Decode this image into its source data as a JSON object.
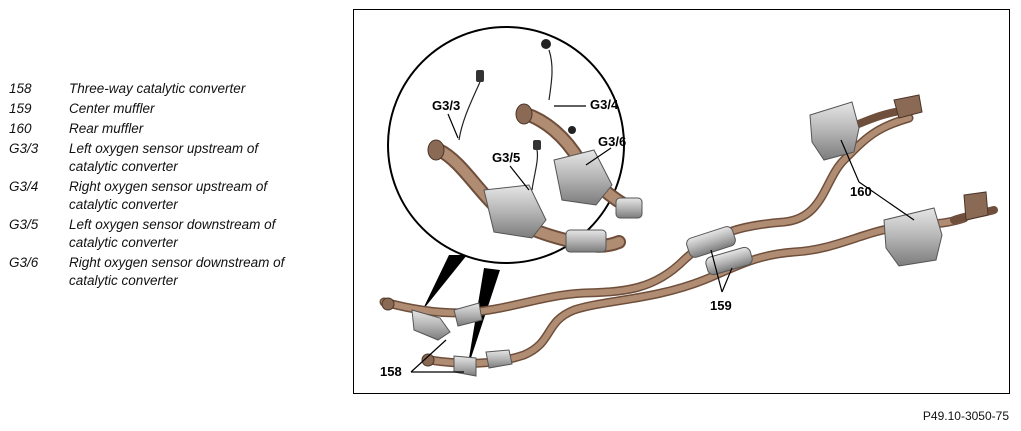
{
  "legend": [
    {
      "code": "158",
      "desc": [
        "Three-way catalytic converter"
      ]
    },
    {
      "code": "159",
      "desc": [
        "Center muffler"
      ]
    },
    {
      "code": "160",
      "desc": [
        "Rear muffler"
      ]
    },
    {
      "code": "G3/3",
      "desc": [
        "Left oxygen sensor upstream of",
        "catalytic converter"
      ]
    },
    {
      "code": "G3/4",
      "desc": [
        "Right oxygen sensor upstream of",
        "catalytic converter"
      ]
    },
    {
      "code": "G3/5",
      "desc": [
        "Left oxygen sensor downstream of",
        "catalytic converter"
      ]
    },
    {
      "code": "G3/6",
      "desc": [
        "Right oxygen sensor downstream of",
        "catalytic converter"
      ]
    }
  ],
  "callouts": {
    "g33": "G3/3",
    "g34": "G3/4",
    "g35": "G3/5",
    "g36": "G3/6",
    "c158": "158",
    "c159": "159",
    "c160": "160"
  },
  "figure_id": "P49.10-3050-75",
  "colors": {
    "pipe": "#a9856b",
    "pipe_dark": "#7a5a45",
    "metal": "#b9b9b9",
    "metal_dark": "#8a8a8a"
  }
}
